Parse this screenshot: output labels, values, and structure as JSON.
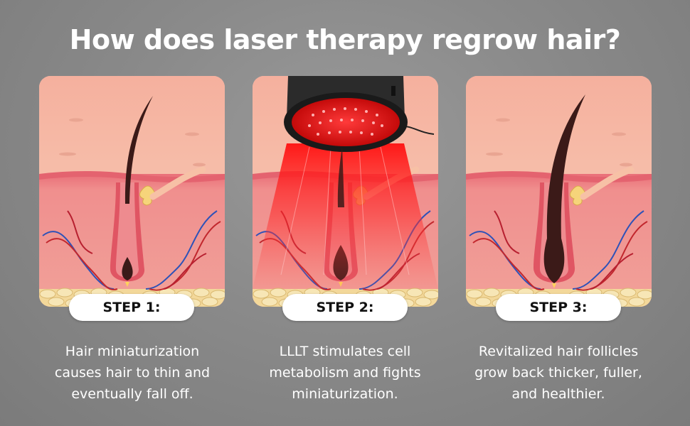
{
  "title": "How does laser therapy regrow hair?",
  "steps": [
    {
      "label": "STEP 1:",
      "description": [
        "Hair miniaturization",
        "causes hair to thin and",
        "eventually fall off."
      ]
    },
    {
      "label": "STEP 2:",
      "description": [
        "LLLT stimulates cell",
        "metabolism and fights",
        "miniaturization."
      ]
    },
    {
      "label": "STEP 3:",
      "description": [
        "Revitalized hair follicles",
        "grow back thicker, fuller,",
        "and healthier."
      ]
    }
  ],
  "colors": {
    "skin_surface": "#f6c6b2",
    "skin_dermis": "#ec8d8a",
    "laser_red": "#ff1a1a",
    "hair": "#3b1a18",
    "fat_layer": "#f3d89a"
  }
}
